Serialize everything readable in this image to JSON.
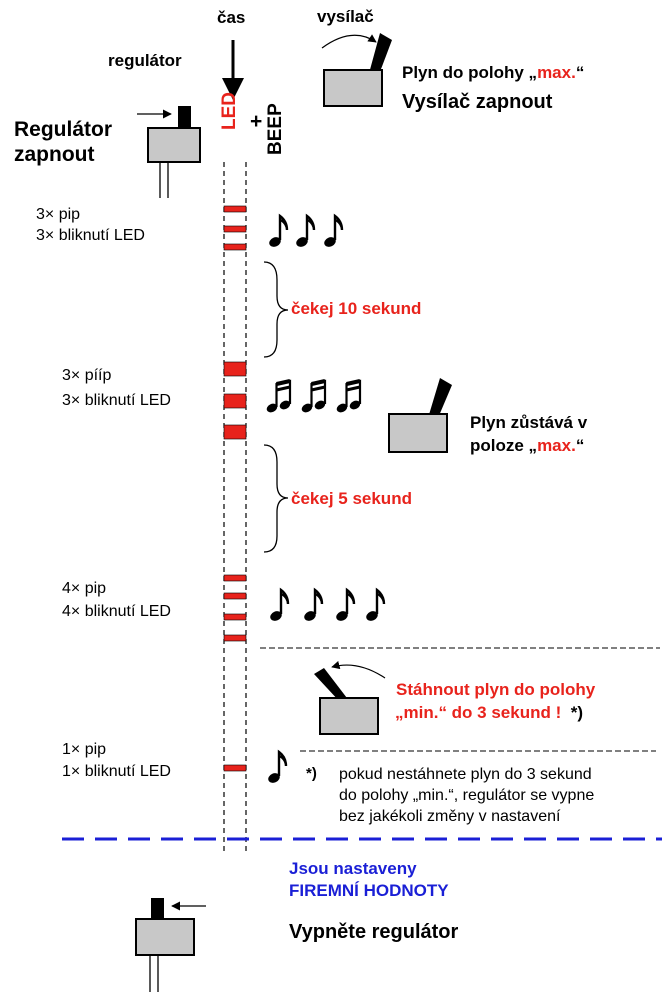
{
  "header": {
    "time_label": "čas",
    "transmitter_label": "vysílač",
    "regulator_label": "regulátor",
    "throttle_max": {
      "prefix": "Plyn do polohy „",
      "highlight": "max.",
      "suffix": "“"
    },
    "transmitter_on": "Vysílač zapnout",
    "regulator_on_line1": "Regulátor",
    "regulator_on_line2": "zapnout",
    "led_column": "LED",
    "plus": "+",
    "beep_column": "BEEP"
  },
  "steps": {
    "step1": {
      "beeps": "3× pip",
      "led": "3× bliknutí LED"
    },
    "wait1": "čekej  10 sekund",
    "step2": {
      "beeps": "3× pííp",
      "led": "3× bliknutí LED"
    },
    "throttle_stays": {
      "line1": "Plyn zůstává v",
      "prefix": "poloze „",
      "highlight": "max.",
      "suffix": "“"
    },
    "wait2": "čekej  5 sekund",
    "step3": {
      "beeps": "4× pip",
      "led": "4× bliknutí LED"
    },
    "pull_down": {
      "line1": "Stáhnout plyn do polohy",
      "line2_red": "„min.“ do 3 sekund !",
      "marker": "*)"
    },
    "step4": {
      "beeps": "1× pip",
      "led": "1× bliknutí LED"
    }
  },
  "footnote": {
    "marker": "*)",
    "line1": "pokud nestáhnete plyn do 3 sekund",
    "line2": "do polohy „min.“, regulátor se vypne",
    "line3": "bez jakékoli změny v nastavení"
  },
  "result": {
    "line1": "Jsou nastaveny",
    "line2": "FIREMNÍ  HODNOTY",
    "switch_off": "Vypněte regulátor"
  },
  "colors": {
    "accent_red": "#e8231c",
    "result_blue": "#1a1fd6",
    "device_gray": "#c8c8c8"
  },
  "icons": [
    "down-arrow-icon",
    "curved-arrow-icon",
    "transmitter-stick-icon",
    "regulator-switch-icon",
    "eighth-note-icon",
    "beamed-notes-icon",
    "brace-icon"
  ]
}
